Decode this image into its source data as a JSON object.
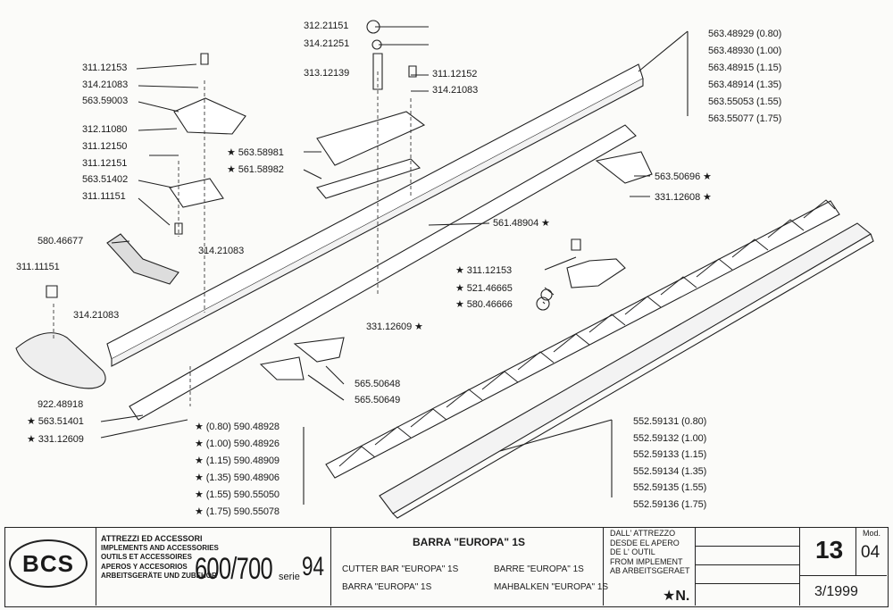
{
  "labels": {
    "p312_21151": "312.21151",
    "p314_21251": "314.21251",
    "p313_12139": "313.12139",
    "p311_12152": "311.12152",
    "p314_21083_a": "314.21083",
    "p311_12153_a": "311.12153",
    "p314_21083_b": "314.21083",
    "p563_59003": "563.59003",
    "p312_11080": "312.11080",
    "p311_12150": "311.12150",
    "p311_12151": "311.12151",
    "p563_51402": "563.51402",
    "p311_11151_a": "311.11151",
    "p580_46677": "580.46677",
    "p314_21083_c": "314.21083",
    "p311_11151_b": "311.11151",
    "p314_21083_d": "314.21083",
    "p922_48918": "922.48918",
    "p563_51401": "★ 563.51401",
    "p331_12609_a": "★ 331.12609",
    "p563_58981": "★ 563.58981",
    "p561_58982": "★ 561.58982",
    "p561_48904": "561.48904 ★",
    "p563_50696": "563.50696 ★",
    "p331_12608": "331.12608 ★",
    "p311_12153_b": "★ 311.12153",
    "p521_46665": "★ 521.46665",
    "p580_46666": "★ 580.46666",
    "p331_12609_b": "331.12609 ★",
    "p565_50648": "565.50648",
    "p565_50649": "565.50649"
  },
  "bar_list": [
    "563.48929 (0.80)",
    "563.48930 (1.00)",
    "563.48915 (1.15)",
    "563.48914 (1.35)",
    "563.55053 (1.55)",
    "563.55077 (1.75)"
  ],
  "knife_back_list": [
    "★ (0.80) 590.48928",
    "★ (1.00) 590.48926",
    "★ (1.15) 590.48909",
    "★ (1.35) 590.48906",
    "★ (1.55) 590.55050",
    "★ (1.75) 590.55078"
  ],
  "guard_list": [
    "552.59131 (0.80)",
    "552.59132 (1.00)",
    "552.59133 (1.15)",
    "552.59134 (1.35)",
    "552.59135 (1.55)",
    "552.59136 (1.75)"
  ],
  "title_block": {
    "logo": "BCS",
    "categories": [
      "ATTREZZI ED ACCESSORI",
      "IMPLEMENTS AND ACCESSORIES",
      "OUTILS ET ACCESSOIRES",
      "APEROS Y ACCESORIOS",
      "ARBEITSGERÄTE UND ZUBEHÖR"
    ],
    "model": "600/700",
    "serie_label": "serie",
    "serie_num": "94",
    "title_it": "BARRA \"EUROPA\" 1S",
    "title_en": "CUTTER BAR \"EUROPA\" 1S",
    "title_fr": "BARRE \"EUROPA\" 1S",
    "title_es": "BARRA \"EUROPA\" 1S",
    "title_de": "MAHBALKEN \"EUROPA\" 1S",
    "from_impl": [
      "DALL' ATTREZZO",
      "DESDE EL APERO",
      "DE L' OUTIL",
      "FROM IMPLEMENT",
      "AB ARBEITSGERAET"
    ],
    "star_n": "★N.",
    "page_num": "13",
    "mod_label": "Mod.",
    "mod_num": "04",
    "date": "3/1999"
  }
}
